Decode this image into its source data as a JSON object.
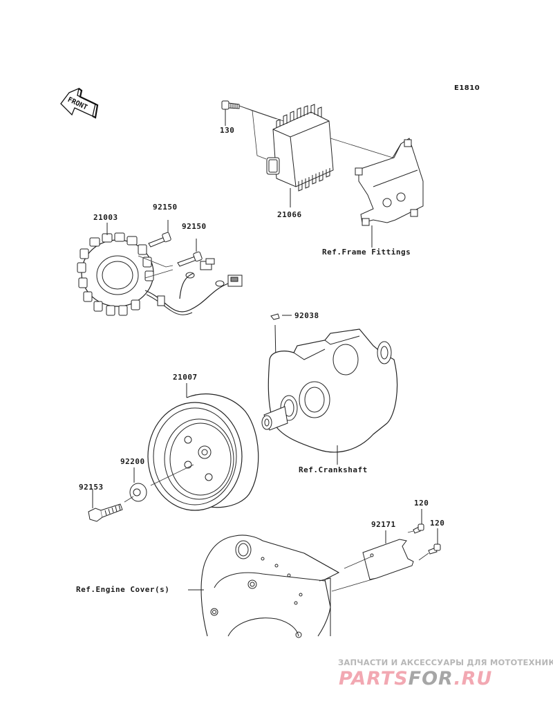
{
  "diagram": {
    "title_code": "E1810",
    "front_indicator": {
      "label": "FRONT",
      "icon": "front-arrow-icon"
    },
    "callouts": [
      {
        "id": "c130",
        "part_no": "130",
        "part": "bolt"
      },
      {
        "id": "c21066",
        "part_no": "21066",
        "part": "regulator"
      },
      {
        "id": "cFrame",
        "part_no": "Ref.Frame Fittings",
        "part": "frame-bracket"
      },
      {
        "id": "c21003",
        "part_no": "21003",
        "part": "stator"
      },
      {
        "id": "c92150a",
        "part_no": "92150",
        "part": "stator-bolt"
      },
      {
        "id": "c92150b",
        "part_no": "92150",
        "part": "stator-bolt"
      },
      {
        "id": "c92038",
        "part_no": "92038",
        "part": "woodruff-key"
      },
      {
        "id": "cCrank",
        "part_no": "Ref.Crankshaft",
        "part": "crankshaft"
      },
      {
        "id": "c21007",
        "part_no": "21007",
        "part": "rotor"
      },
      {
        "id": "c92200",
        "part_no": "92200",
        "part": "washer"
      },
      {
        "id": "c92153",
        "part_no": "92153",
        "part": "rotor-bolt"
      },
      {
        "id": "c92171",
        "part_no": "92171",
        "part": "clamp"
      },
      {
        "id": "c120a",
        "part_no": "120",
        "part": "clamp-bolt"
      },
      {
        "id": "c120b",
        "part_no": "120",
        "part": "clamp-bolt"
      },
      {
        "id": "cCover",
        "part_no": "Ref.Engine Cover(s)",
        "part": "engine-cover"
      }
    ]
  },
  "watermark": {
    "tagline": "ЗАПЧАСТИ И АКСЕССУАРЫ ДЛЯ МОТОТЕХНИКИ",
    "logo_part1": "PARTS",
    "logo_part2": "FOR",
    "logo_part3": ".RU",
    "colors": {
      "pink": "#f2a8b2",
      "gray": "#a6a6a6"
    }
  }
}
